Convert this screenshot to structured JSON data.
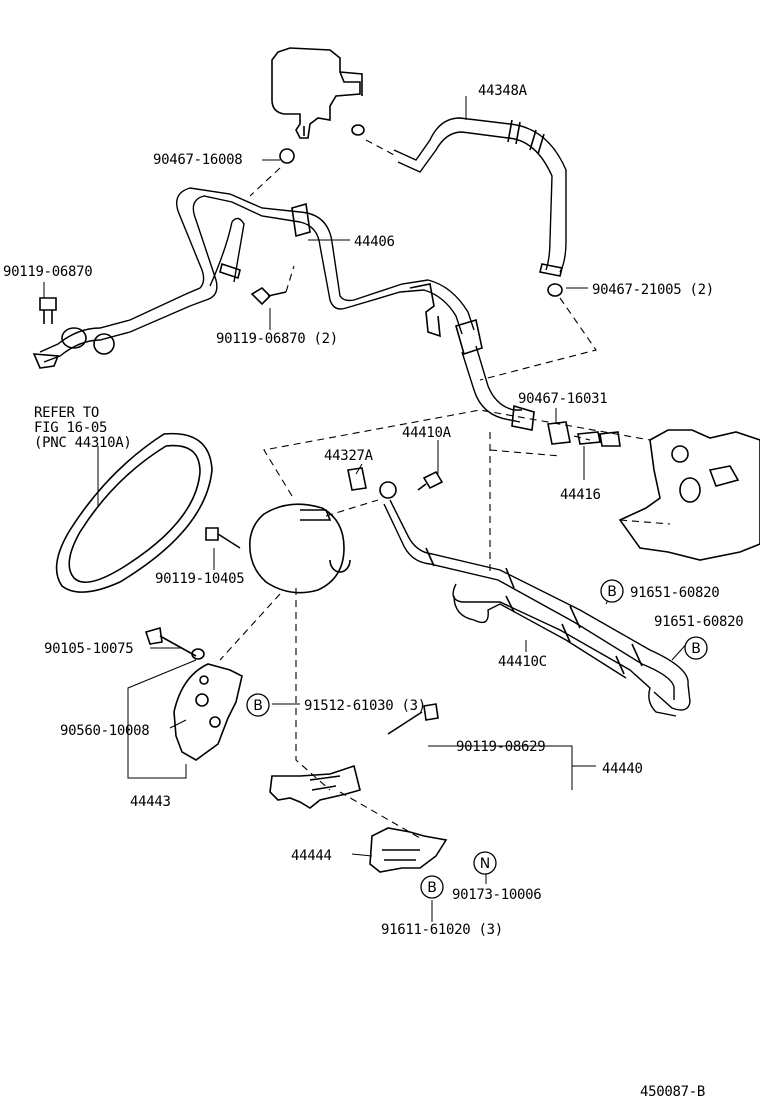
{
  "labels": {
    "l_44348A": "44348A",
    "l_90467_16008": "90467-16008",
    "l_44406": "44406",
    "l_90119_06870": "90119-06870",
    "l_90119_06870_2": "90119-06870 (2)",
    "l_90467_21005": "90467-21005 (2)",
    "l_refer_1": "REFER TO",
    "l_refer_2": "FIG 16-05",
    "l_refer_3": "(PNC 44310A)",
    "l_90467_16031": "90467-16031",
    "l_44410A": "44410A",
    "l_44327A": "44327A",
    "l_44416": "44416",
    "l_90119_10405": "90119-10405",
    "l_91651_60820_a": "91651-60820",
    "l_91651_60820_b": "91651-60820",
    "l_90105_10075": "90105-10075",
    "l_44410C": "44410C",
    "l_90560_10008": "90560-10008",
    "l_91512_61030": "91512-61030 (3)",
    "l_90119_08629": "90119-08629",
    "l_44440": "44440",
    "l_44443": "44443",
    "l_44444": "44444",
    "l_90173_10006": "90173-10006",
    "l_91611_61020": "91611-61020 (3)",
    "l_diagram_id": "450087-B"
  },
  "markers": {
    "b1": "B",
    "b2": "B",
    "b3": "B",
    "b4": "B",
    "n1": "N"
  }
}
